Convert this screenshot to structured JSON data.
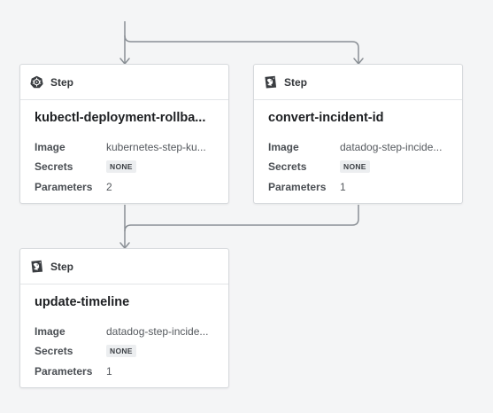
{
  "colors": {
    "connector": "#8a8f95",
    "card_border": "#d6d9dc",
    "background": "#f4f5f6"
  },
  "steps": [
    {
      "header_label": "Step",
      "icon": "kubernetes-icon",
      "title": "kubectl-deployment-rollba...",
      "image_label": "Image",
      "image_value": "kubernetes-step-ku...",
      "secrets_label": "Secrets",
      "secrets_value": "NONE",
      "parameters_label": "Parameters",
      "parameters_value": "2"
    },
    {
      "header_label": "Step",
      "icon": "datadog-icon",
      "title": "convert-incident-id",
      "image_label": "Image",
      "image_value": "datadog-step-incide...",
      "secrets_label": "Secrets",
      "secrets_value": "NONE",
      "parameters_label": "Parameters",
      "parameters_value": "1"
    },
    {
      "header_label": "Step",
      "icon": "datadog-icon",
      "title": "update-timeline",
      "image_label": "Image",
      "image_value": "datadog-step-incide...",
      "secrets_label": "Secrets",
      "secrets_value": "NONE",
      "parameters_label": "Parameters",
      "parameters_value": "1"
    }
  ]
}
